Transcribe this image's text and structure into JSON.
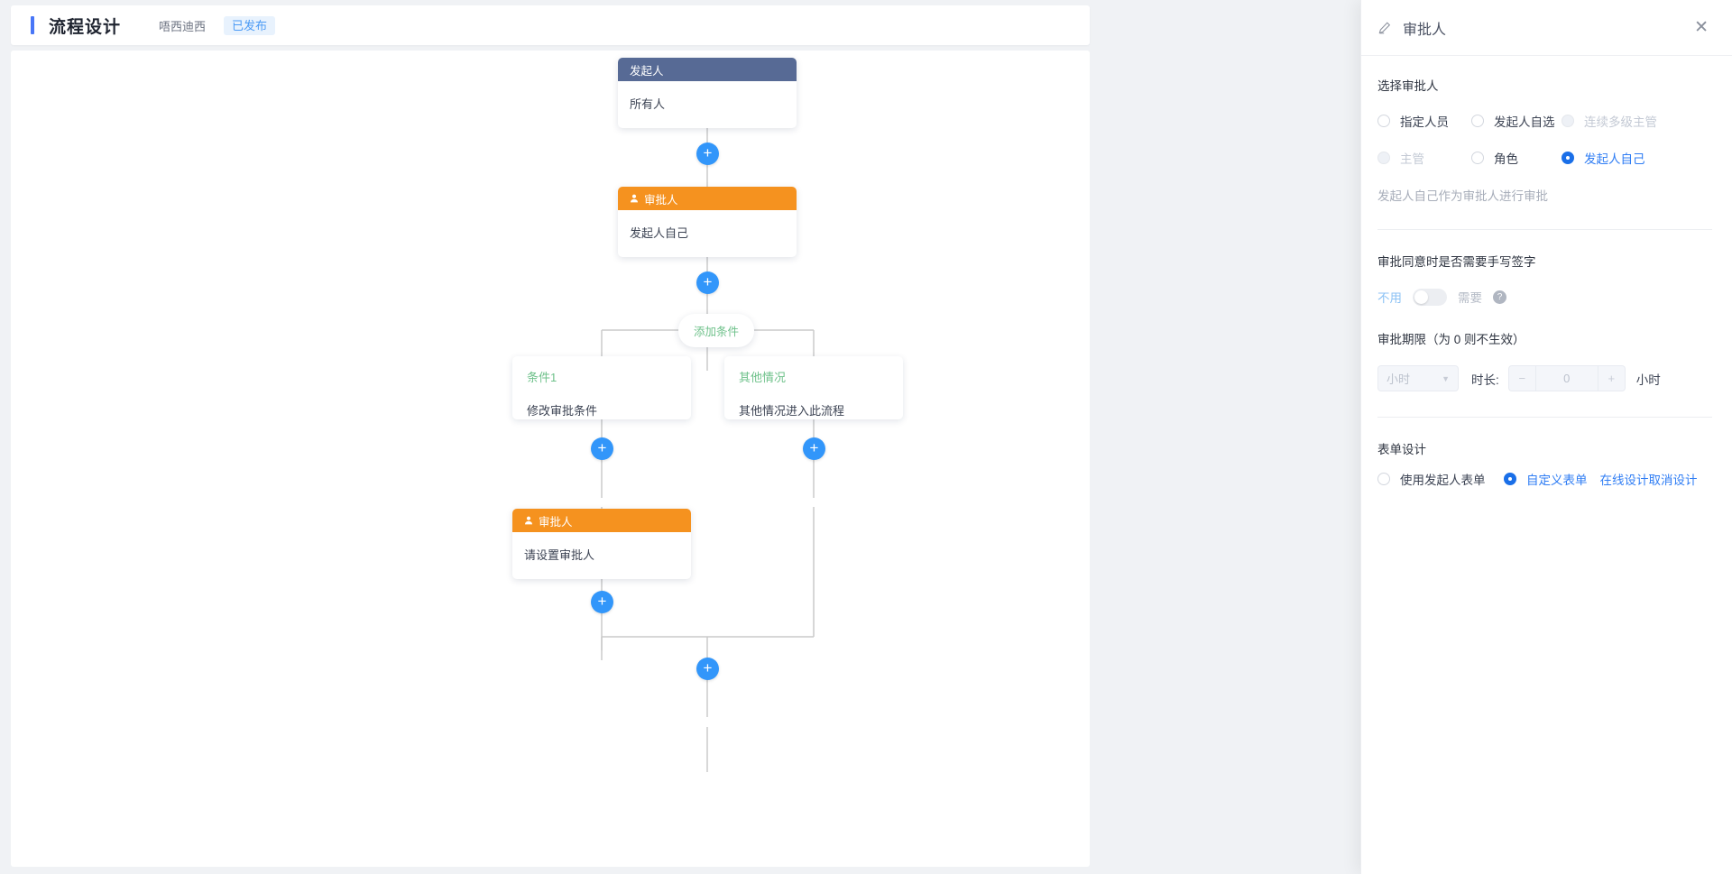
{
  "header": {
    "title": "流程设计",
    "subtitle": "唔西迪西",
    "badge": "已发布"
  },
  "flow": {
    "nodes": [
      {
        "type": "starter",
        "head": "发起人",
        "body": "所有人"
      },
      {
        "type": "approver",
        "head": "审批人",
        "body": "发起人自己"
      },
      {
        "type": "approver",
        "head": "审批人",
        "body": "请设置审批人"
      }
    ],
    "add_condition_label": "添加条件",
    "conditions": [
      {
        "title": "条件1",
        "body": "修改审批条件"
      },
      {
        "title": "其他情况",
        "body": "其他情况进入此流程"
      }
    ],
    "plus_label": "+"
  },
  "panel": {
    "title": "审批人",
    "close_label": "✕",
    "approver_section": {
      "label": "选择审批人",
      "options": [
        {
          "label": "指定人员",
          "selected": false,
          "disabled": false
        },
        {
          "label": "发起人自选",
          "selected": false,
          "disabled": false
        },
        {
          "label": "连续多级主管",
          "selected": false,
          "disabled": true
        },
        {
          "label": "主管",
          "selected": false,
          "disabled": true
        },
        {
          "label": "角色",
          "selected": false,
          "disabled": false
        },
        {
          "label": "发起人自己",
          "selected": true,
          "disabled": false
        }
      ],
      "hint": "发起人自己作为审批人进行审批"
    },
    "signature_section": {
      "label": "审批同意时是否需要手写签字",
      "off_label": "不用",
      "on_label": "需要",
      "state": "off",
      "help_glyph": "?"
    },
    "deadline_section": {
      "label": "审批期限（为 0 则不生效）",
      "unit_select_value": "小时",
      "duration_label": "时长:",
      "minus_label": "−",
      "value": "0",
      "plus_label": "+",
      "unit_suffix": "小时"
    },
    "form_section": {
      "label": "表单设计",
      "options": [
        {
          "label": "使用发起人表单",
          "selected": false
        },
        {
          "label": "自定义表单",
          "selected": true
        }
      ],
      "links": [
        "在线设计",
        "取消设计"
      ]
    }
  },
  "colors": {
    "accent_blue": "#3296fa",
    "starter_header": "#576a95",
    "approver_header": "#f5921f",
    "condition_green": "#6ec18a",
    "link_blue": "#2f7df4"
  }
}
